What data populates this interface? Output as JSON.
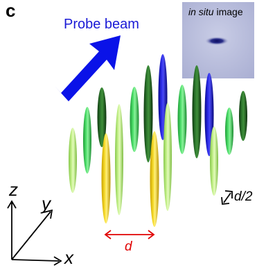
{
  "panel_label": "c",
  "probe_beam_label": "Probe beam",
  "insitu": {
    "label_italic": "in situ",
    "label_rest": " image"
  },
  "axes": {
    "z": "z",
    "y": "y",
    "x": "x"
  },
  "spacing": {
    "d": "d",
    "d_half": "d/2"
  },
  "colors": {
    "probe_beam": "#0a12e8",
    "spacing_arrow": "#e00000",
    "dark_green": "#1f5b1f",
    "mid_green": "#3fd05a",
    "light_green": "#b8ec7a",
    "yellow": "#f2d21b",
    "blue": "#1717d8",
    "insitu_bg": "#b8bddc"
  }
}
